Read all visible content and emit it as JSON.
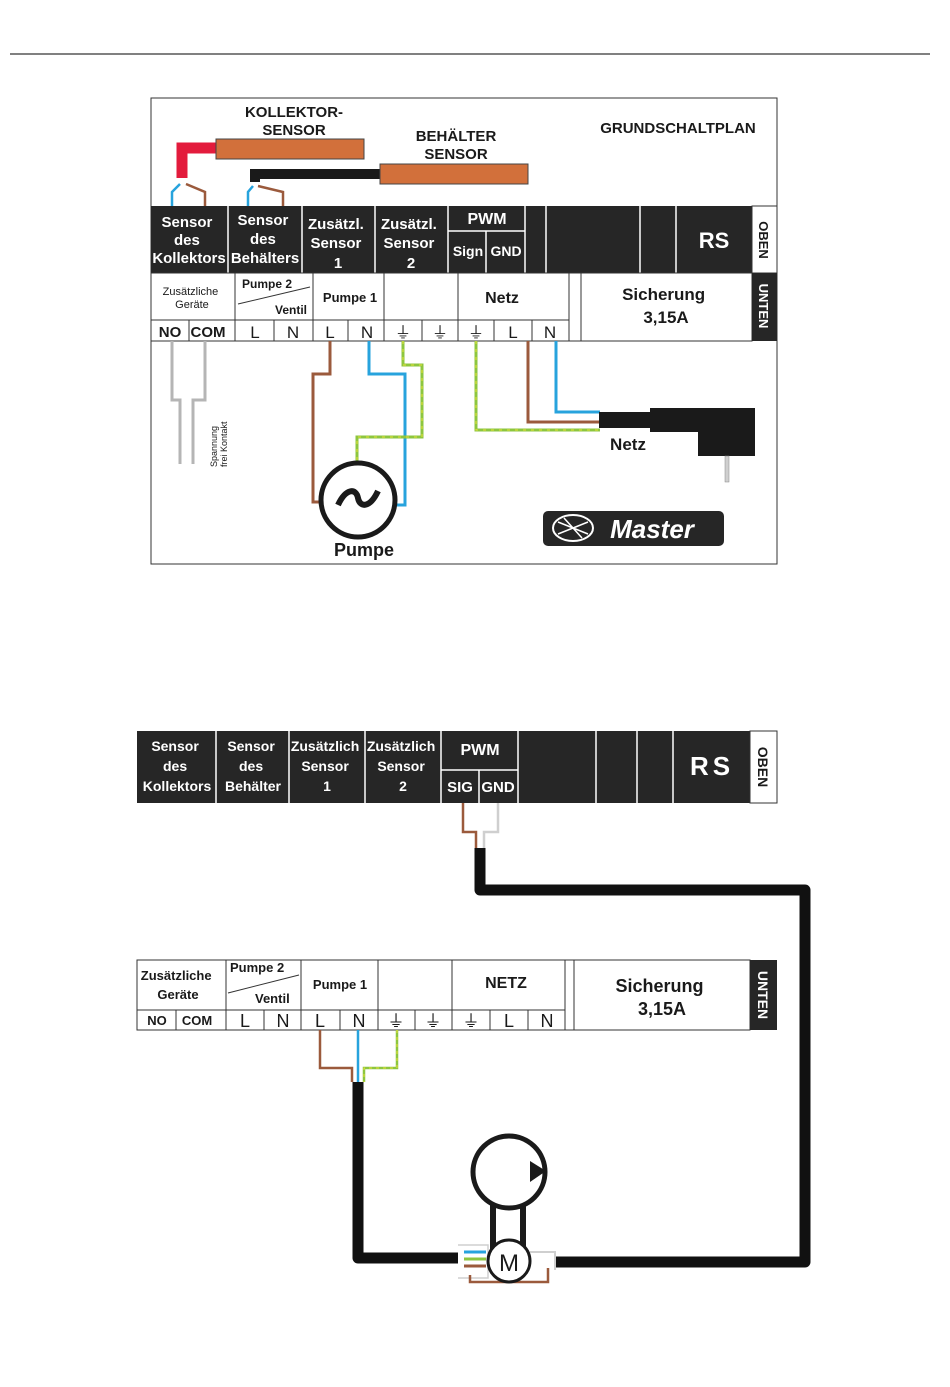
{
  "colors": {
    "panel": "#262626",
    "red_sensor_cable": "#e31b3c",
    "sensor_body": "#d2703b",
    "wire_brown": "#9b5a3c",
    "wire_blue": "#27a3dd",
    "wire_green": "#8dc63f",
    "wire_yellow": "#e8e33a",
    "wire_grey": "#b5b5b5"
  },
  "diagram1": {
    "title": "GRUNDSCHALTPLAN",
    "kollektor_label": [
      "KOLLEKTOR-",
      "SENSOR"
    ],
    "behaelter_label": [
      "BEHÄLTER",
      "SENSOR"
    ],
    "top_cells": [
      [
        "Sensor",
        "des",
        "Kollektors"
      ],
      [
        "Sensor",
        "des",
        "Behälters"
      ],
      [
        "Zusätzl.",
        "Sensor",
        "1"
      ],
      [
        "Zusätzl.",
        "Sensor",
        "2"
      ]
    ],
    "pwm": "PWM",
    "pwm_sign": "Sign",
    "pwm_gnd": "GND",
    "rs": "RS",
    "oben": "OBEN",
    "unten": "UNTEN",
    "zusatz": [
      "Zusätzliche",
      "Geräte"
    ],
    "pumpe2": "Pumpe 2",
    "ventil": "Ventil",
    "pumpe1": "Pumpe 1",
    "netz_cell": "Netz",
    "sicherung": [
      "Sicherung",
      "3,15A"
    ],
    "terminals": [
      "NO",
      "COM",
      "L",
      "N",
      "L",
      "N",
      "⏚",
      "⏚",
      "⏚",
      "L",
      "N"
    ],
    "spannung": [
      "Spannung",
      "frei Kontakt"
    ],
    "netz_plug": "Netz",
    "pump_label": "Pumpe",
    "logo": "Master"
  },
  "diagram2": {
    "top_cells": [
      [
        "Sensor",
        "des",
        "Kollektors"
      ],
      [
        "Sensor",
        "des",
        "Behälter"
      ],
      [
        "Zusätzlich",
        "Sensor",
        "1"
      ],
      [
        "Zusätzlich",
        "Sensor",
        "2"
      ]
    ],
    "pwm": "PWM",
    "pwm_sig": "SIG",
    "pwm_gnd": "GND",
    "rs": "RS",
    "oben": "OBEN",
    "unten": "UNTEN",
    "zusatz": [
      "Zusätzliche",
      "Geräte"
    ],
    "pumpe2": "Pumpe 2",
    "ventil": "Ventil",
    "pumpe1": "Pumpe 1",
    "netz_cell": "NETZ",
    "sicherung": [
      "Sicherung",
      "3,15A"
    ],
    "terminals": [
      "NO",
      "COM",
      "L",
      "N",
      "L",
      "N",
      "⏚",
      "⏚",
      "⏚",
      "L",
      "N"
    ],
    "motor": "M"
  }
}
